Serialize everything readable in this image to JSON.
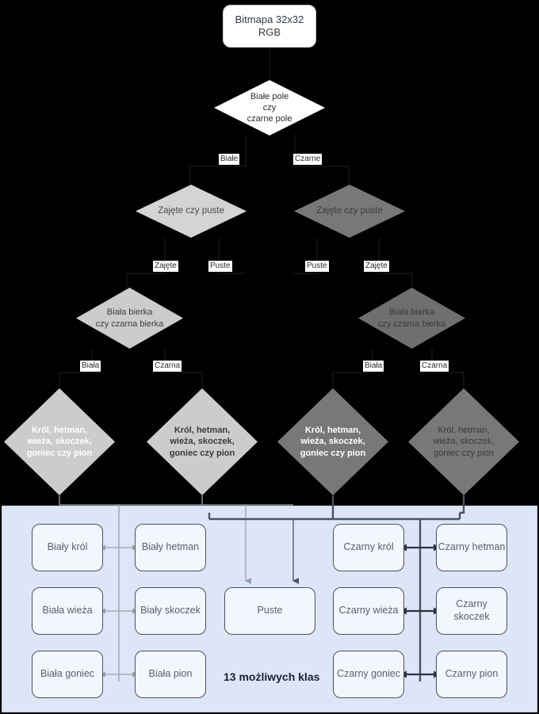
{
  "diagram": {
    "title_box": {
      "label": "Bitmapa 32x32 RGB"
    },
    "decisions": [
      {
        "id": "d-color",
        "label": "Białe pole\nczy\nczarne pole",
        "fill": "#ffffff",
        "text_color": "#2d2d2d",
        "bold": false
      },
      {
        "id": "d-occ-white",
        "label": "Zajęte czy puste",
        "fill": "#d4d4d4",
        "text_color": "#4a4a4a",
        "bold": false
      },
      {
        "id": "d-occ-black",
        "label": "Zajęte czy puste",
        "fill": "#787878",
        "text_color": "#3c3c3c",
        "bold": false
      },
      {
        "id": "d-piece-w",
        "label": "Biała bierka\nczy czarna bierka",
        "fill": "#cccccc",
        "text_color": "#3f3f3f",
        "bold": false
      },
      {
        "id": "d-piece-b",
        "label": "Biała bierka\nczy czarna bierka",
        "fill": "#6f6f6f",
        "text_color": "#3a3a3a",
        "bold": false
      },
      {
        "id": "d-type-ww",
        "label": "Król, hetman,\nwieża, skoczek,\ngoniec czy pion",
        "fill": "#cccccc",
        "text_color": "#ffffff",
        "bold": true
      },
      {
        "id": "d-type-wb",
        "label": "Król, hetman,\nwieża, skoczek,\ngoniec czy pion",
        "fill": "#cccccc",
        "text_color": "#3a3a3a",
        "bold": true
      },
      {
        "id": "d-type-bw",
        "label": "Król, hetman,\nwieża, skoczek,\ngoniec czy pion",
        "fill": "#787878",
        "text_color": "#ffffff",
        "bold": true
      },
      {
        "id": "d-type-bb",
        "label": "Król, hetman,\nwieża, skoczek,\ngoniec czy pion",
        "fill": "#787878",
        "text_color": "#3a3a3a",
        "bold": false
      }
    ],
    "edge_labels": [
      {
        "id": "lbl-biale",
        "text": "Białe"
      },
      {
        "id": "lbl-czarne",
        "text": "Czarne"
      },
      {
        "id": "lbl-zajete1",
        "text": "Zajęte"
      },
      {
        "id": "lbl-puste1",
        "text": "Puste"
      },
      {
        "id": "lbl-puste2",
        "text": "Puste"
      },
      {
        "id": "lbl-zajete2",
        "text": "Zajęte"
      },
      {
        "id": "lbl-biala1",
        "text": "Biała"
      },
      {
        "id": "lbl-czarna1",
        "text": "Czarna"
      },
      {
        "id": "lbl-biala2",
        "text": "Biała"
      },
      {
        "id": "lbl-czarna2",
        "text": "Czarna"
      }
    ],
    "classes_panel": {
      "caption": "13 możliwych klas",
      "boxes": [
        {
          "id": "cls-bk",
          "label": "Biały król"
        },
        {
          "id": "cls-bh",
          "label": "Biały hetman"
        },
        {
          "id": "cls-bw",
          "label": "Biała wieża"
        },
        {
          "id": "cls-bs",
          "label": "Biały skoczek"
        },
        {
          "id": "cls-bg",
          "label": "Biała goniec"
        },
        {
          "id": "cls-bp",
          "label": "Biała pion"
        },
        {
          "id": "cls-empty",
          "label": "Puste"
        },
        {
          "id": "cls-ck",
          "label": "Czarny król"
        },
        {
          "id": "cls-ch",
          "label": "Czarny hetman"
        },
        {
          "id": "cls-cw",
          "label": "Czarny wieża"
        },
        {
          "id": "cls-cs",
          "label": "Czarny skoczek"
        },
        {
          "id": "cls-cg",
          "label": "Czarny goniec"
        },
        {
          "id": "cls-cp",
          "label": "Czarny pion"
        }
      ]
    },
    "colors": {
      "background": "#000000",
      "panel_fill": "#dce6f7",
      "box_fill": "#f2f6fd",
      "box_stroke": "#4c5361",
      "wire_light": "#9aa0aa",
      "wire_dark": "#4c5361"
    }
  }
}
